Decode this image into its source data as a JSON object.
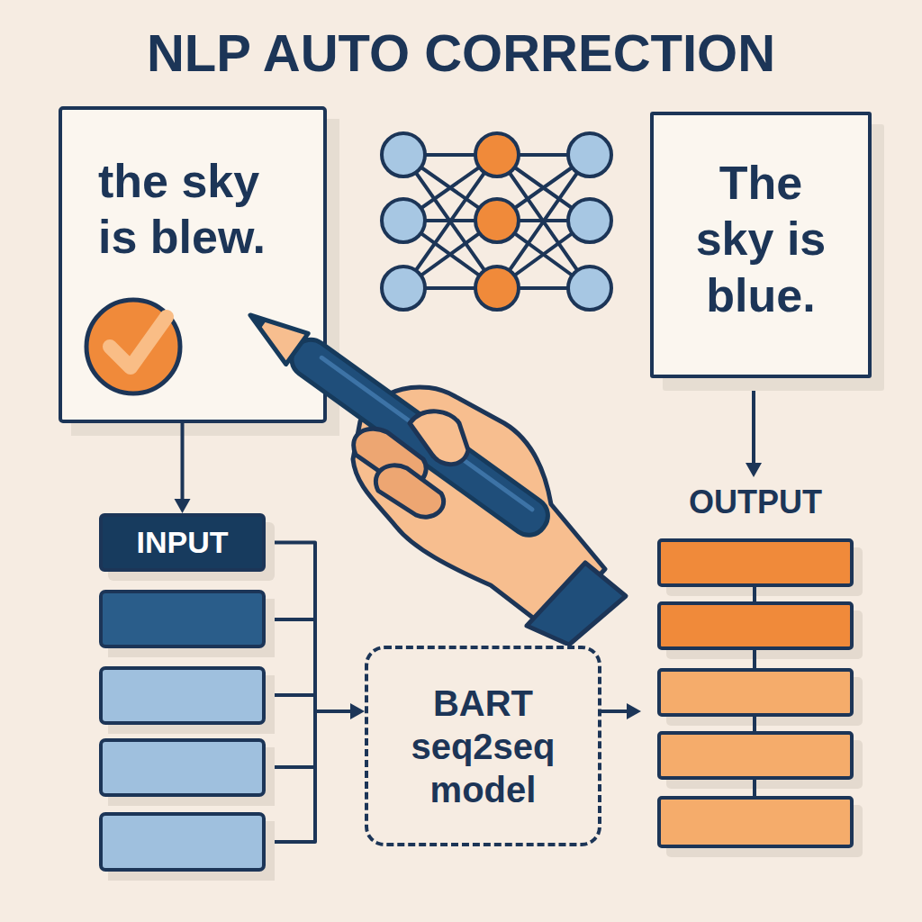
{
  "diagram": {
    "title": "NLP AUTO CORRECTION",
    "nodes": [
      {
        "text": [
          "the sky is blew."
        ]
      },
      {
        "text": [
          "The sky is blue."
        ]
      },
      {
        "text": [
          "INPUT"
        ]
      },
      {
        "text": [
          "BART seq2seq model"
        ]
      },
      {
        "text": [
          "OUTPUT"
        ]
      }
    ],
    "edges": [
      {
        "from": 0,
        "to": 2,
        "arrow": "to"
      },
      {
        "from": 2,
        "to": 3,
        "arrow": "to"
      },
      {
        "from": 3,
        "to": 4,
        "arrow": "to"
      },
      {
        "from": 1,
        "to": 4,
        "arrow": "to"
      }
    ]
  }
}
